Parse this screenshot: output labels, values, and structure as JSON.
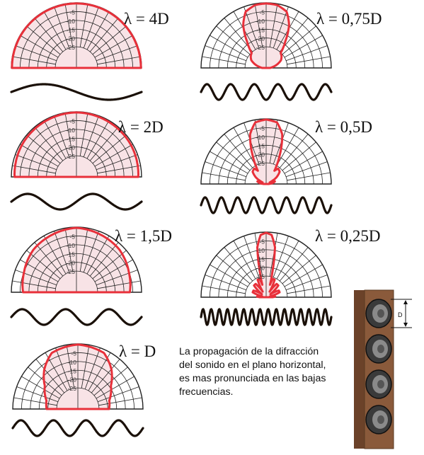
{
  "panels": [
    {
      "id": "4d",
      "label": "λ = 4D",
      "db_ticks": [
        "-5",
        "-10",
        "-15",
        "-20",
        "-25"
      ],
      "wave_cycles": 1
    },
    {
      "id": "2d",
      "label": "λ = 2D",
      "db_ticks": [
        "-5",
        "-10",
        "-15",
        "-20",
        "-25"
      ],
      "wave_cycles": 2
    },
    {
      "id": "1-5d",
      "label": "λ = 1,5D",
      "db_ticks": [
        "-5",
        "-10",
        "-15",
        "-20",
        "-25"
      ],
      "wave_cycles": 3
    },
    {
      "id": "d",
      "label": "λ = D",
      "db_ticks": [
        "-5",
        "-10",
        "-15",
        "-20",
        "-25"
      ],
      "wave_cycles": 4
    },
    {
      "id": "0-75d",
      "label": "λ = 0,75D",
      "db_ticks": [
        "-5",
        "-10",
        "-15",
        "-20",
        "-25"
      ],
      "wave_cycles": 5.5
    },
    {
      "id": "0-5d",
      "label": "λ = 0,5D",
      "db_ticks": [
        "-5",
        "-10",
        "-15",
        "-20",
        "-25"
      ],
      "wave_cycles": 8
    },
    {
      "id": "0-25d",
      "label": "λ = 0,25D",
      "db_ticks": [
        "-5",
        "-10",
        "-15",
        "-20",
        "-25"
      ],
      "wave_cycles": 16
    }
  ],
  "caption_lines": [
    "La propagación de la difracción",
    "del sonido en el plano horizontal,",
    "es mas pronunciada en las bajas",
    "frecuencias."
  ],
  "speaker": {
    "dimension_label": "D",
    "driver_count": 4
  },
  "colors": {
    "pattern": "#e8303a",
    "fill": "#f8e3e6",
    "grid": "#222222",
    "wave": "#1a1008",
    "cabinet": "#8a5a3b"
  }
}
